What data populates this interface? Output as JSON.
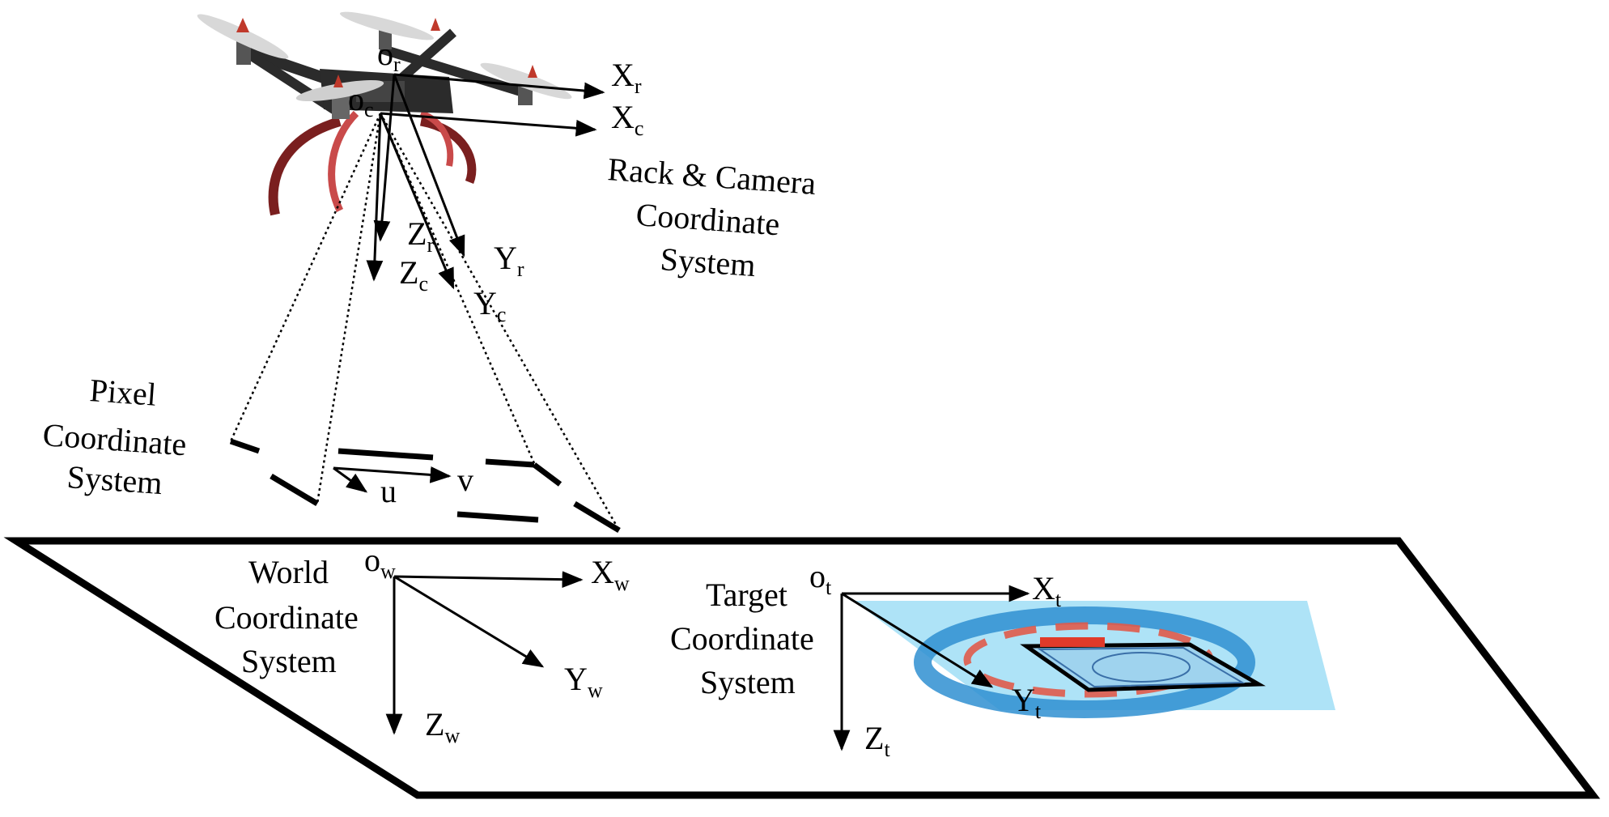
{
  "colors": {
    "line": "#000000",
    "drone_body": "#2b2b2b",
    "drone_legs": "#7a1f1f",
    "propeller_tip": "#c0392b",
    "pad_background": "#aee3f7",
    "pad_ring_blue": "#2f8fd1",
    "pad_ring_red": "#e05a4a"
  },
  "icons": {
    "drone": "quadcopter-icon",
    "landing_pad": "landing-target-icon"
  },
  "rack_camera": {
    "label_lines": [
      "Rack & Camera",
      "Coordinate",
      "System"
    ],
    "or": {
      "main": "o",
      "sub": "r"
    },
    "oc": {
      "main": "o",
      "sub": "c"
    },
    "Xr": {
      "main": "X",
      "sub": "r"
    },
    "Xc": {
      "main": "X",
      "sub": "c"
    },
    "Zr": {
      "main": "Z",
      "sub": "r"
    },
    "Zc": {
      "main": "Z",
      "sub": "c"
    },
    "Yr": {
      "main": "Y",
      "sub": "r"
    },
    "Yc": {
      "main": "Y",
      "sub": "c"
    }
  },
  "pixel": {
    "label_lines": [
      "Pixel",
      "Coordinate",
      "System"
    ],
    "u": "u",
    "v": "v"
  },
  "world": {
    "label_lines": [
      "World",
      "Coordinate",
      "System"
    ],
    "ow": {
      "main": "o",
      "sub": "w"
    },
    "Xw": {
      "main": "X",
      "sub": "w"
    },
    "Yw": {
      "main": "Y",
      "sub": "w"
    },
    "Zw": {
      "main": "Z",
      "sub": "w"
    }
  },
  "target": {
    "label_lines": [
      "Target",
      "Coordinate",
      "System"
    ],
    "ot": {
      "main": "o",
      "sub": "t"
    },
    "Xt": {
      "main": "X",
      "sub": "t"
    },
    "Yt": {
      "main": "Y",
      "sub": "t"
    },
    "Zt": {
      "main": "Z",
      "sub": "t"
    }
  }
}
